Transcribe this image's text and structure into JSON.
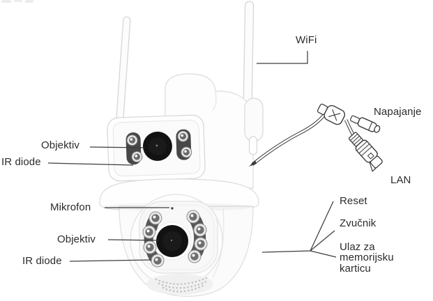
{
  "diagram": {
    "subject": "wifi-dual-lens-ptz-camera-parts-diagram",
    "labels": {
      "wifi": "WiFi",
      "napajanje": "Napajanje",
      "lan": "LAN",
      "objektiv_top": "Objektiv",
      "ir_diode_top": "IR diode",
      "mikrofon": "Mikrofon",
      "objektiv_bottom": "Objektiv",
      "ir_diode_bottom": "IR diode",
      "reset": "Reset",
      "zvucnik": "Zvučnik",
      "memorijska_kartica": "Ulaz za memorijsku karticu"
    },
    "illustration_parts": [
      "antenna-left",
      "antenna-right",
      "camera-body",
      "top-camera-module",
      "top-lens",
      "top-ir-led-strips",
      "collar",
      "lower-housing",
      "ptz-ball-camera",
      "microphone-hole",
      "bottom-lens",
      "bottom-ir-leds",
      "speaker-grill",
      "pigtail-cable",
      "power-connector",
      "lan-connector",
      "leader-lines"
    ],
    "colors": {
      "label_text": "#2b2b2b",
      "leader_line": "#3d3d3d",
      "line_art": "#3a3a3a",
      "device_body": "#fdfdfd",
      "device_outline": "#dadada",
      "lens_black": "#121212",
      "ir_pad_dark": "#575757"
    }
  }
}
